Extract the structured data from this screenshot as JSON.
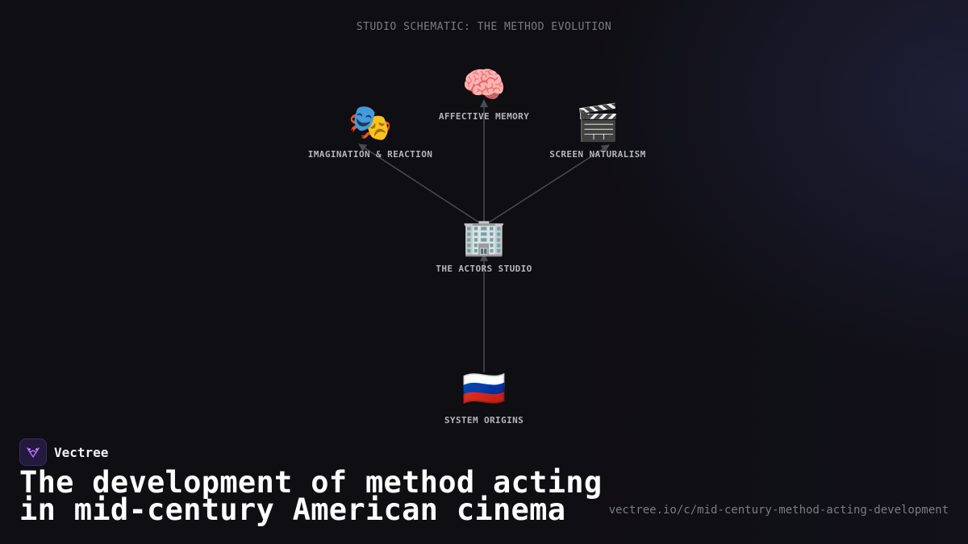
{
  "diagram": {
    "title": "STUDIO SCHEMATIC: THE METHOD EVOLUTION",
    "nodes": {
      "imagination": {
        "label": "IMAGINATION & REACTION",
        "emoji": "🎭"
      },
      "affective": {
        "label": "AFFECTIVE MEMORY",
        "emoji": "🧠"
      },
      "naturalism": {
        "label": "SCREEN NATURALISM",
        "emoji": "🎬"
      },
      "studio": {
        "label": "THE ACTORS STUDIO",
        "emoji": "🏢"
      },
      "origins": {
        "label": "SYSTEM ORIGINS",
        "emoji": "🇷🇺"
      }
    },
    "edges": [
      {
        "from": "origins",
        "to": "studio"
      },
      {
        "from": "studio",
        "to": "affective"
      },
      {
        "from": "studio",
        "to": "imagination"
      },
      {
        "from": "studio",
        "to": "naturalism"
      }
    ]
  },
  "brand": {
    "name": "Vectree"
  },
  "headline": {
    "line1": "The development of method acting",
    "line2": "in mid-century American cinema"
  },
  "url": "vectree.io/c/mid-century-method-acting-development"
}
